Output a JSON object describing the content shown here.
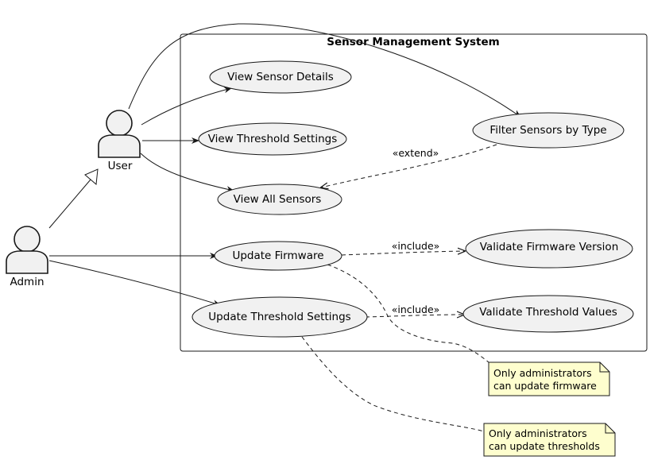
{
  "system": {
    "title": "Sensor Management System"
  },
  "actors": {
    "user": "User",
    "admin": "Admin"
  },
  "use_cases": {
    "view_sensor_details": "View Sensor Details",
    "view_threshold_settings": "View Threshold Settings",
    "view_all_sensors": "View All Sensors",
    "filter_sensors_by_type": "Filter Sensors by Type",
    "update_firmware": "Update Firmware",
    "update_threshold_settings": "Update Threshold Settings",
    "validate_firmware_version": "Validate Firmware Version",
    "validate_threshold_values": "Validate Threshold Values"
  },
  "stereotypes": {
    "extend": "«extend»",
    "include_firmware": "«include»",
    "include_threshold": "«include»"
  },
  "notes": {
    "firmware": [
      "Only administrators",
      "can update firmware"
    ],
    "thresholds": [
      "Only administrators",
      "can update thresholds"
    ]
  },
  "colors": {
    "use_case_fill": "#f1f1f1",
    "note_fill": "#fefece",
    "line": "#181818"
  }
}
